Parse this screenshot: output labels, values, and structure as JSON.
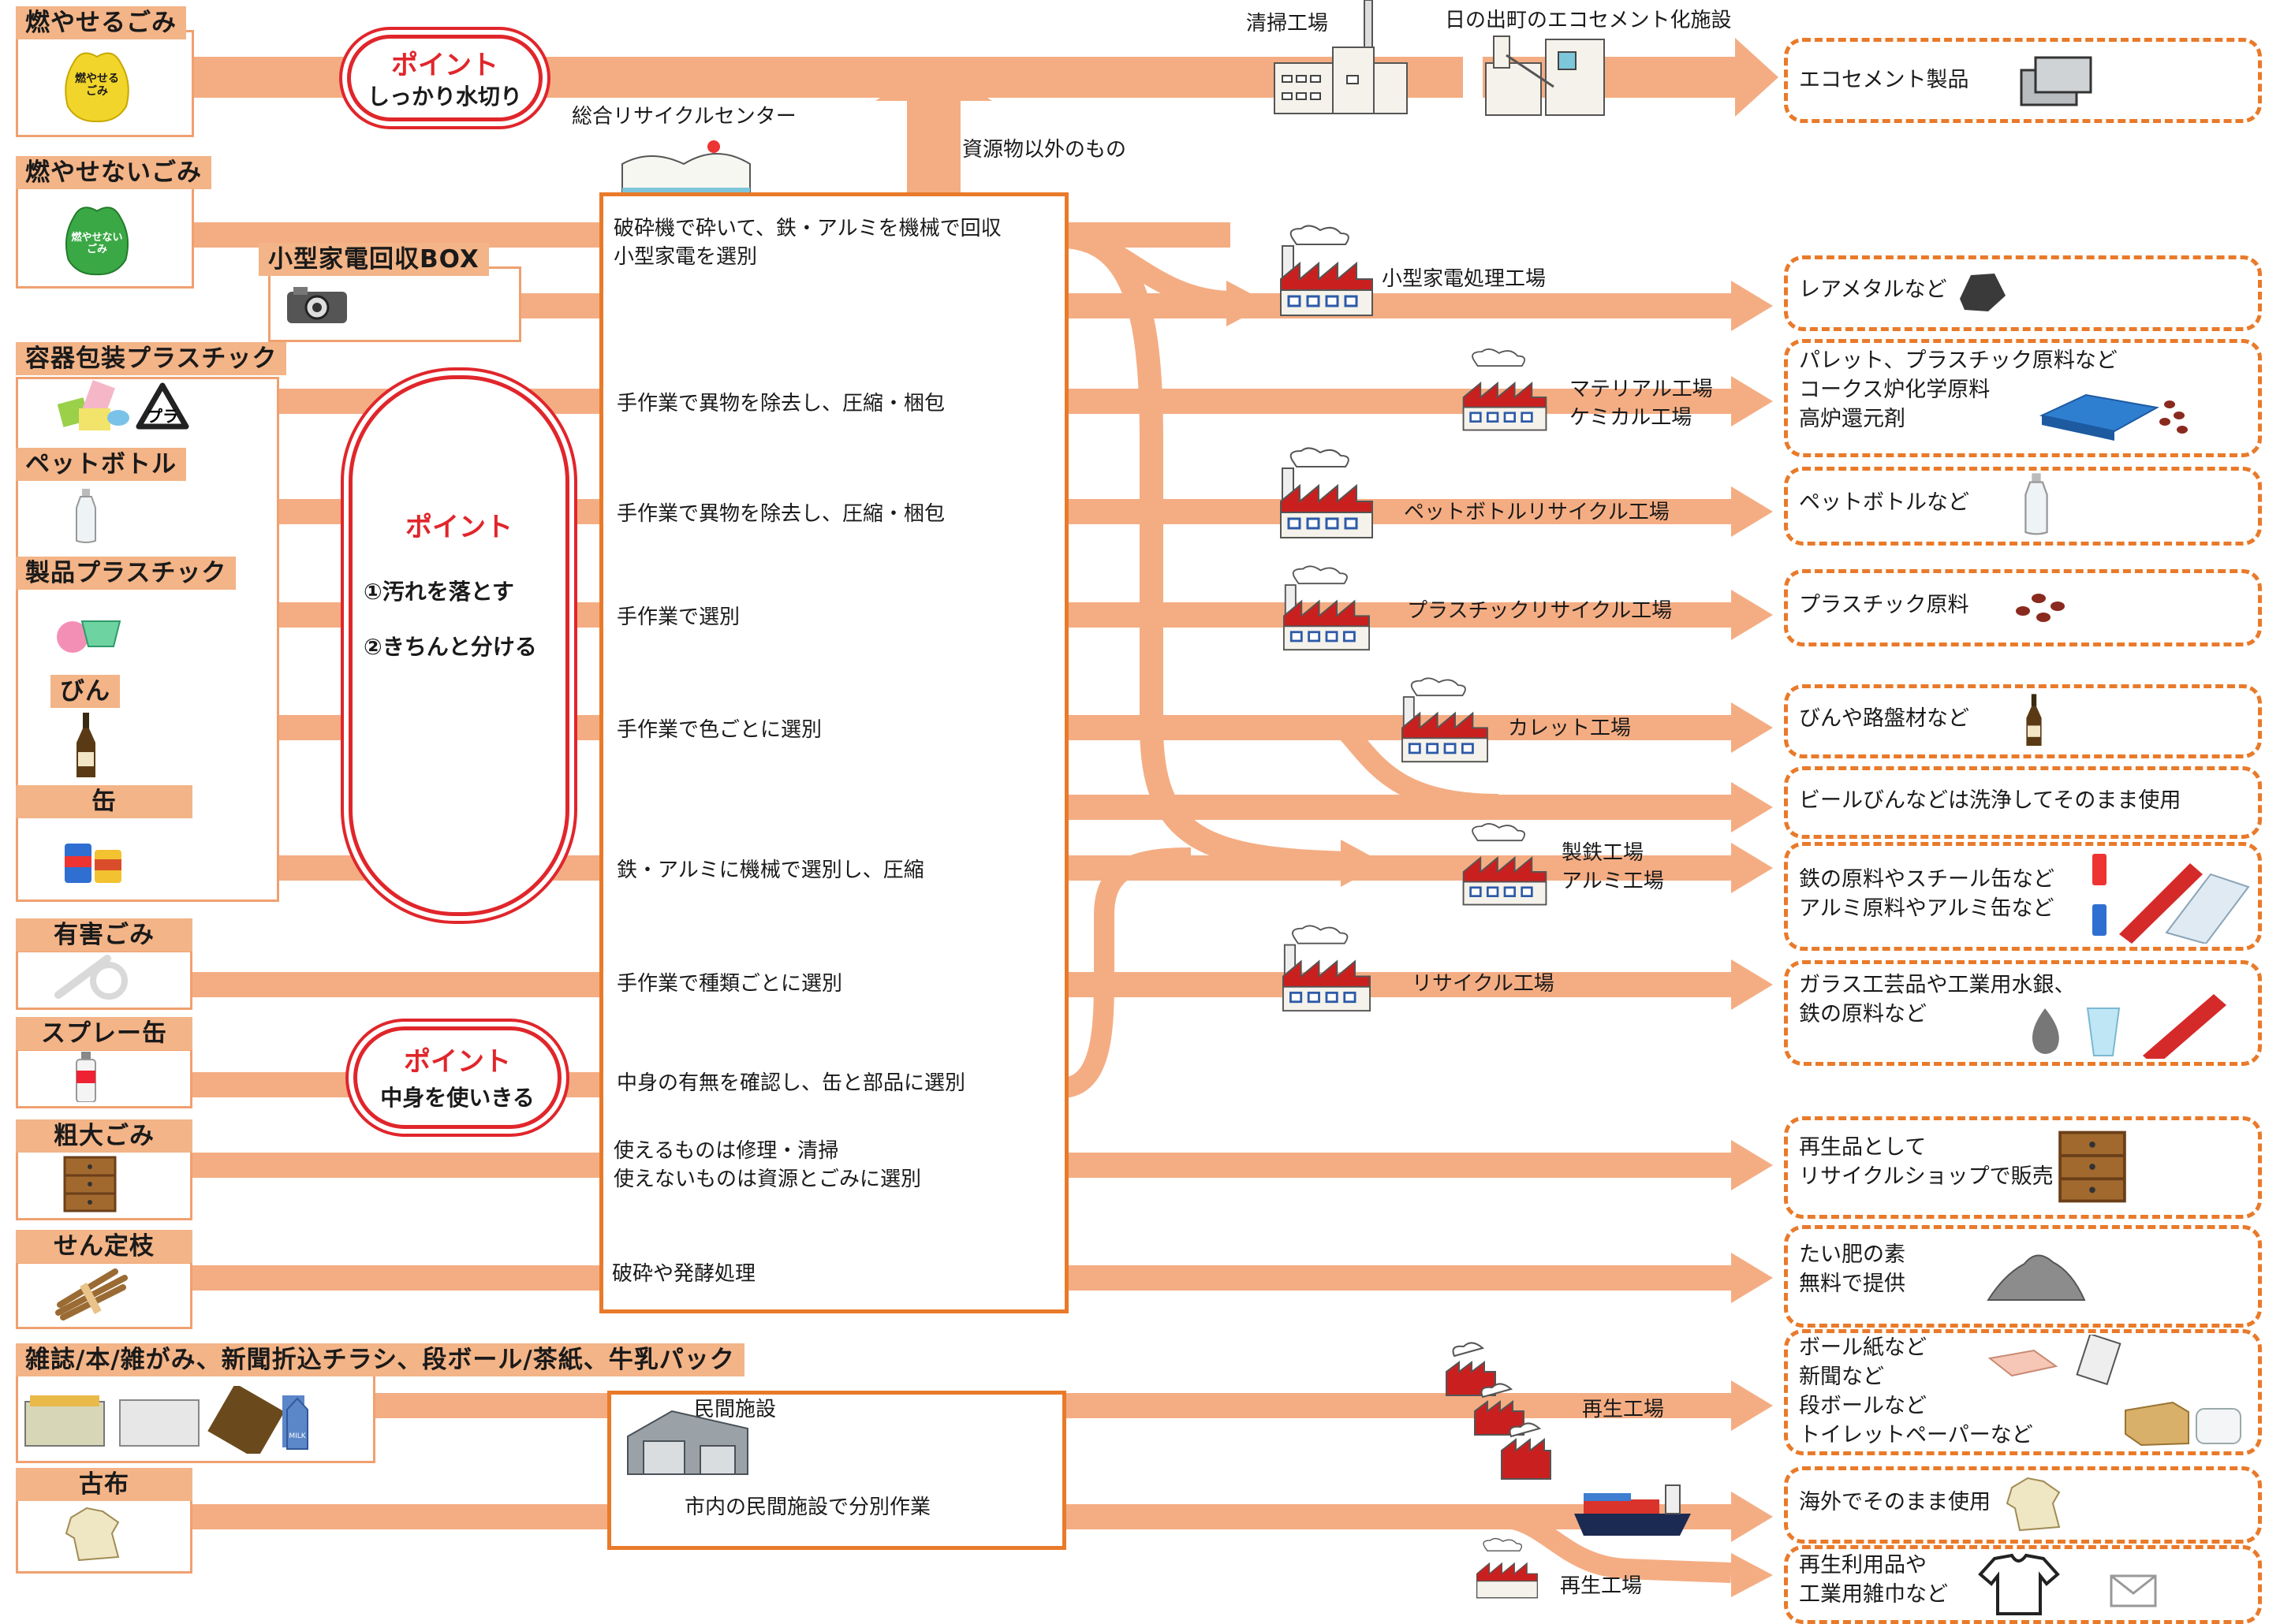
{
  "colors": {
    "arrow": "#f4ad83",
    "accent": "#e97a2a",
    "point": "#e0262b",
    "label_bg": "#f3b487"
  },
  "categories": {
    "burnable": "燃やせるごみ",
    "nonburnable": "燃やせないごみ",
    "small_appliance": "小型家電回収BOX",
    "packaging_plastic": "容器包装プラスチック",
    "pet_bottle": "ペットボトル",
    "product_plastic": "製品プラスチック",
    "bottles": "びん",
    "cans": "缶",
    "hazardous": "有害ごみ",
    "spray": "スプレー缶",
    "bulky": "粗大ごみ",
    "pruning": "せん定枝",
    "paper": "雑誌/本/雑がみ、新聞折込チラシ、段ボール/茶紙、牛乳パック",
    "cloth": "古布"
  },
  "bag_text": {
    "burnable": "燃やせる\nごみ",
    "nonburnable": "燃やせない\nごみ"
  },
  "points": {
    "p1": {
      "title": "ポイント",
      "body": "しっかり水切り"
    },
    "p2": {
      "title": "ポイント",
      "line1": "①汚れを落とす",
      "line2": "②きちんと分ける"
    },
    "p3": {
      "title": "ポイント",
      "body": "中身を使いきる"
    }
  },
  "center": {
    "name": "総合リサイクルセンター",
    "other": "資源物以外のもの",
    "steps": [
      "破砕機で砕いて、鉄・アルミを機械で回収\n小型家電を選別",
      "手作業で異物を除去し、圧縮・梱包",
      "手作業で異物を除去し、圧縮・梱包",
      "手作業で選別",
      "手作業で色ごとに選別",
      "鉄・アルミに機械で選別し、圧縮",
      "手作業で種類ごとに選別",
      "中身の有無を確認し、缶と部品に選別",
      "使えるものは修理・清掃\n使えないものは資源とごみに選別",
      "破砕や発酵処理"
    ]
  },
  "private": {
    "name": "民間施設",
    "desc": "市内の民間施設で分別作業"
  },
  "facilities": {
    "incinerator": "清掃工場",
    "ecocement": "日の出町のエコセメント化施設",
    "small_appliance": "小型家電処理工場",
    "material": "マテリアル工場\nケミカル工場",
    "pet": "ペットボトルリサイクル工場",
    "plastic": "プラスチックリサイクル工場",
    "cullet": "カレット工場",
    "steel": "製鉄工場\nアルミ工場",
    "recycle": "リサイクル工場",
    "regen1": "再生工場",
    "regen2": "再生工場"
  },
  "outputs": [
    "エコセメント製品",
    "レアメタルなど",
    "パレット、プラスチック原料など\nコークス炉化学原料\n高炉還元剤",
    "ペットボトルなど",
    "プラスチック原料",
    "びんや路盤材など",
    "ビールびんなどは洗浄してそのまま使用",
    "鉄の原料やスチール缶など\nアルミ原料やアルミ缶など",
    "ガラス工芸品や工業用水銀、\n鉄の原料など",
    "再生品として\nリサイクルショップで販売",
    "たい肥の素\n無料で提供",
    "ボール紙など\n新聞など\n段ボールなど\nトイレットペーパーなど",
    "海外でそのまま使用",
    "再生利用品や\n工業用雑巾など"
  ],
  "icons": {
    "bag": "garbage-bag-icon",
    "camera": "camera-icon",
    "plastic_mark": "plastic-recycle-mark-icon",
    "pet": "pet-bottle-icon",
    "basket": "basket-icon",
    "bottle": "glass-bottle-icon",
    "can": "can-icon",
    "tube": "fluorescent-tube-icon",
    "spray": "spray-can-icon",
    "drawer": "drawer-chest-icon",
    "branch": "branch-bundle-icon",
    "paper": "paper-bundle-icon",
    "milk": "milk-carton-icon",
    "cloth": "cloth-icon",
    "factory": "factory-icon",
    "ship": "cargo-ship-icon",
    "warehouse": "warehouse-icon",
    "block": "cement-block-icon",
    "ore": "rare-metal-icon",
    "pallet": "pallet-icon",
    "pellet": "plastic-pellet-icon",
    "beam": "steel-beam-icon",
    "plate": "aluminum-plate-icon",
    "mercury": "mercury-drop-icon",
    "glass": "glass-cup-icon",
    "compost": "compost-pile-icon",
    "box": "cardboard-box-icon",
    "tissue": "toilet-paper-icon",
    "newspaper": "newspaper-icon",
    "shirt": "shirt-icon",
    "envelope": "envelope-icon"
  }
}
